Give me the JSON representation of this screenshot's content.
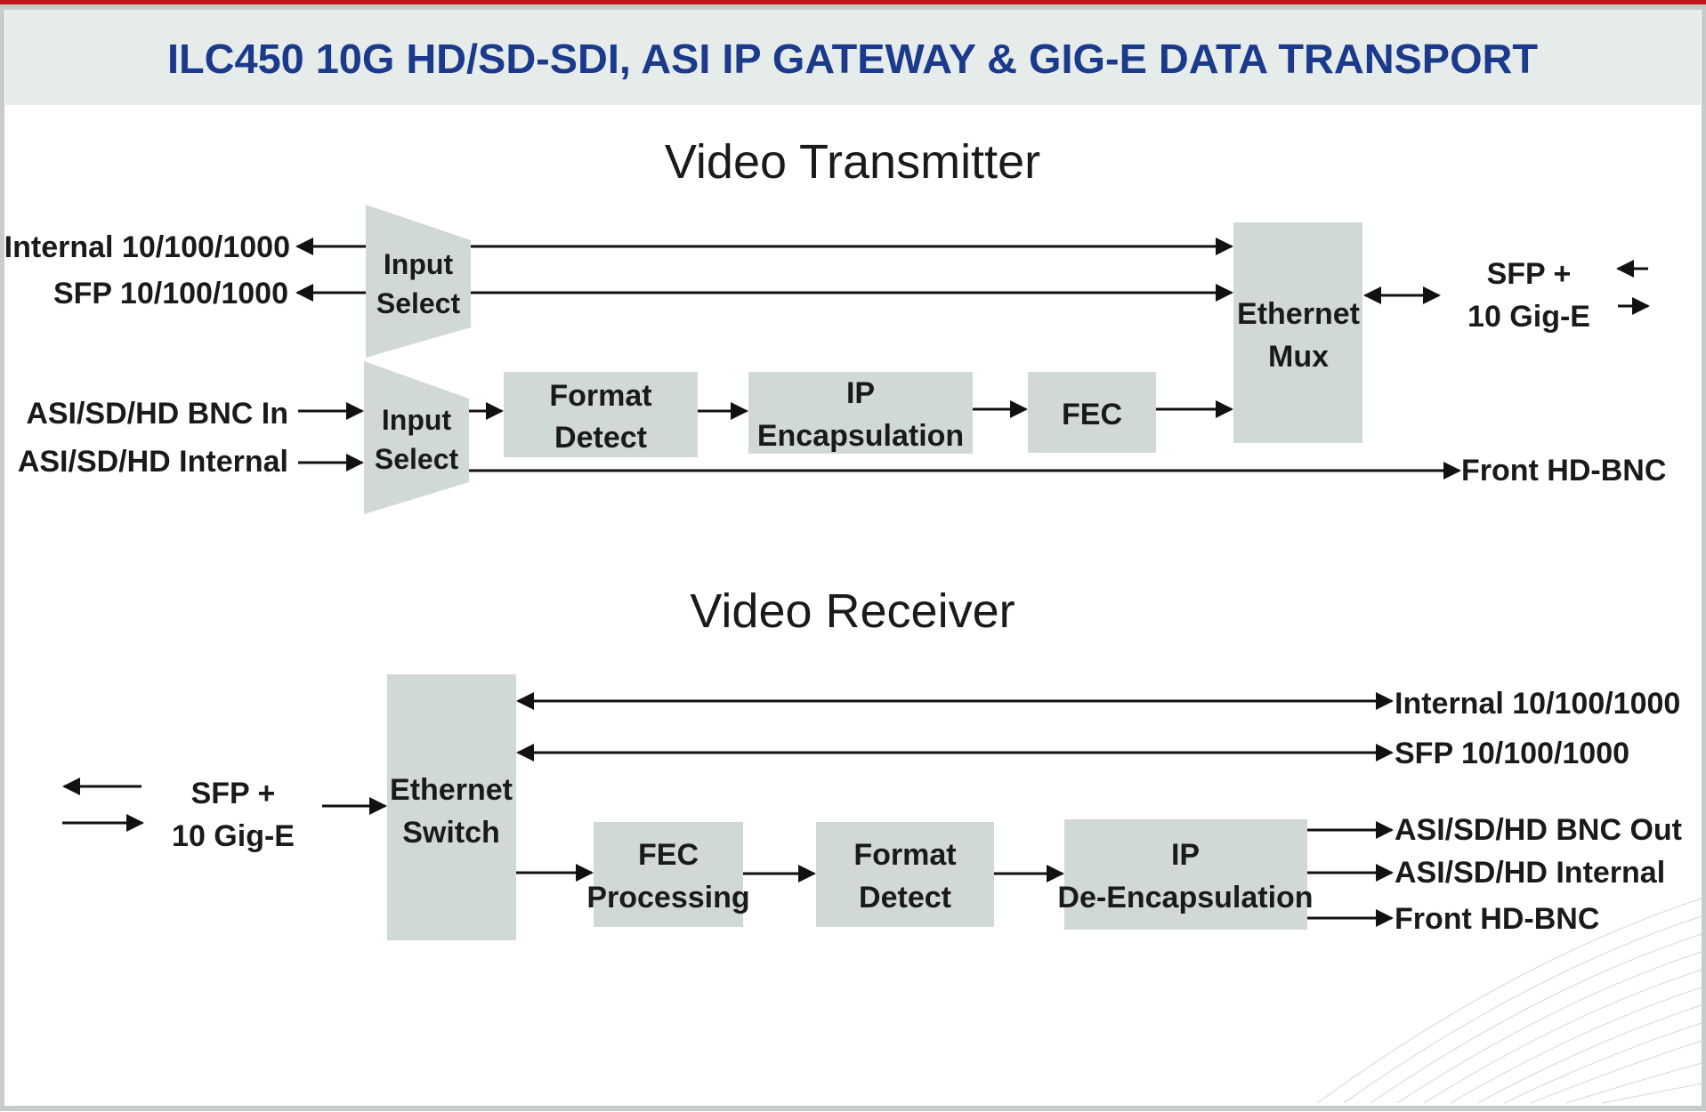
{
  "colors": {
    "accent_red": "#c3141c",
    "title_blue": "#1b3a8c",
    "title_band": "#e6ecea",
    "block_fill": "#d0d9d6",
    "frame_gray": "#c7ccca"
  },
  "title": "ILC450 10G HD/SD-SDI, ASI IP GATEWAY & GIG-E DATA TRANSPORT",
  "transmitter": {
    "heading": "Video Transmitter",
    "left_labels": [
      "Internal 10/100/1000",
      "SFP 10/100/1000",
      "ASI/SD/HD BNC In",
      "ASI/SD/HD Internal"
    ],
    "input_select_top": [
      "Input",
      "Select"
    ],
    "input_select_bottom": [
      "Input",
      "Select"
    ],
    "format_detect": [
      "Format",
      "Detect"
    ],
    "ip_encapsulation": [
      "IP",
      "Encapsulation"
    ],
    "fec": "FEC",
    "ethernet_mux": [
      "Ethernet",
      "Mux"
    ],
    "sfp_right": [
      "SFP +",
      "10 Gig-E"
    ],
    "front_output": "Front HD-BNC"
  },
  "receiver": {
    "heading": "Video Receiver",
    "sfp_left": [
      "SFP +",
      "10 Gig-E"
    ],
    "ethernet_switch": [
      "Ethernet",
      "Switch"
    ],
    "fec_processing": [
      "FEC",
      "Processing"
    ],
    "format_detect": [
      "Format",
      "Detect"
    ],
    "ip_deencapsulation": [
      "IP",
      "De-Encapsulation"
    ],
    "right_labels": [
      "Internal 10/100/1000",
      "SFP 10/100/1000",
      "ASI/SD/HD BNC Out",
      "ASI/SD/HD  Internal",
      "Front HD-BNC"
    ]
  }
}
